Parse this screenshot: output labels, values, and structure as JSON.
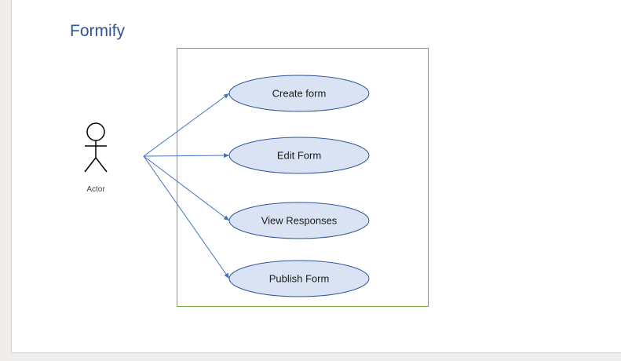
{
  "slide": {
    "title": "Formify"
  },
  "actor": {
    "label": "Actor"
  },
  "use_cases": [
    {
      "label": "Create form"
    },
    {
      "label": "Edit Form"
    },
    {
      "label": "View Responses"
    },
    {
      "label": "Publish Form"
    }
  ],
  "colors": {
    "title": "#2f5597",
    "system_boundary": "#70ad47",
    "use_case_fill": "#dae3f3",
    "use_case_stroke": "#2f5597",
    "association": "#4472c4",
    "actor_stroke": "#000000"
  }
}
